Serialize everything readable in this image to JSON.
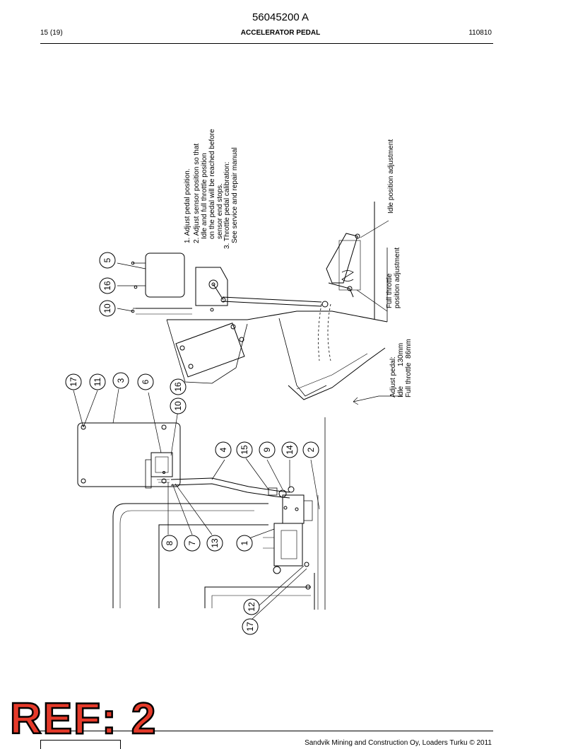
{
  "header": {
    "doc_number": "56045200 A",
    "page": "15 (19)",
    "title": "ACCELERATOR PEDAL",
    "date": "110810"
  },
  "notes": [
    "1. Adjust pedal position.",
    "2. Adjust sensor position so that",
    "Idle and full throttle position",
    "on the pedal will be reached before",
    "sensor end stops.",
    "3. Throttle pedal calibration:",
    "See service and repair manual"
  ],
  "labels": {
    "idle_adjust": "Idle position adjustment",
    "full_throttle_1": "Full throttle",
    "full_throttle_2": "position adjustment",
    "adjust_pedal": "Adjust pedal:",
    "idle_value": "Idle          130mm",
    "full_value": "Full throttle  86mm"
  },
  "balloons": [
    "5",
    "16",
    "10",
    "17",
    "11",
    "3",
    "6",
    "16",
    "10",
    "4",
    "15",
    "9",
    "14",
    "2",
    "8",
    "7",
    "13",
    "1",
    "12",
    "17"
  ],
  "footer": {
    "copyright": "Sandvik Mining and Construction Oy, Loaders Turku © 2011",
    "ref_stamp": "REF: 2"
  }
}
